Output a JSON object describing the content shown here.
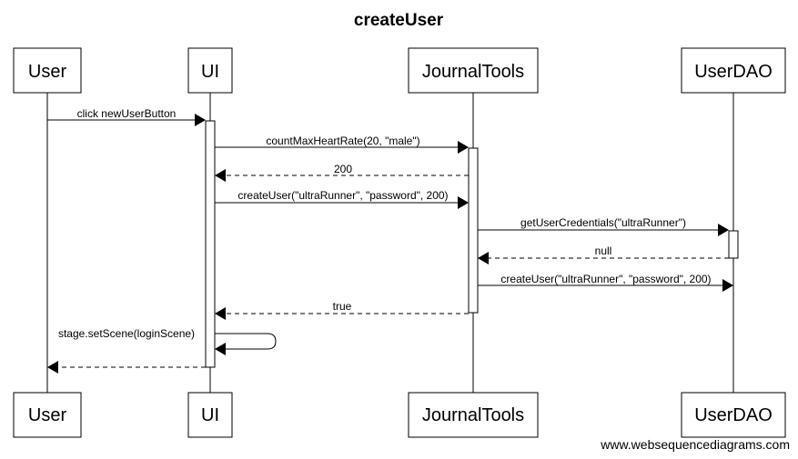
{
  "diagram": {
    "title": "createUser",
    "watermark": "www.websequencediagrams.com"
  },
  "participants": [
    {
      "id": "user",
      "label": "User"
    },
    {
      "id": "ui",
      "label": "UI"
    },
    {
      "id": "journaltools",
      "label": "JournalTools"
    },
    {
      "id": "userdao",
      "label": "UserDAO"
    }
  ],
  "messages": [
    {
      "from": "user",
      "to": "ui",
      "label": "click newUserButton",
      "style": "solid"
    },
    {
      "from": "ui",
      "to": "journaltools",
      "label": "countMaxHeartRate(20, \"male\")",
      "style": "solid"
    },
    {
      "from": "journaltools",
      "to": "ui",
      "label": "200",
      "style": "dashed"
    },
    {
      "from": "ui",
      "to": "journaltools",
      "label": "createUser(\"ultraRunner\", \"password\", 200)",
      "style": "solid"
    },
    {
      "from": "journaltools",
      "to": "userdao",
      "label": "getUserCredentials(\"ultraRunner\")",
      "style": "solid"
    },
    {
      "from": "userdao",
      "to": "journaltools",
      "label": "null",
      "style": "dashed"
    },
    {
      "from": "journaltools",
      "to": "userdao",
      "label": "createUser(\"ultraRunner\", \"password\", 200)",
      "style": "solid"
    },
    {
      "from": "journaltools",
      "to": "ui",
      "label": "true",
      "style": "dashed"
    },
    {
      "from": "ui",
      "to": "ui",
      "label": "stage.setScene(loginScene)",
      "style": "solid"
    },
    {
      "from": "ui",
      "to": "user",
      "label": "",
      "style": "dashed"
    }
  ]
}
